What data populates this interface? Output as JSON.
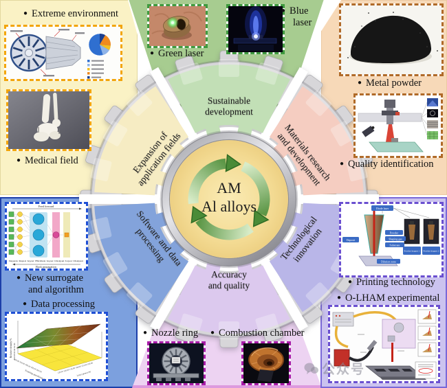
{
  "center": {
    "line1": "AM",
    "line2": "Al alloys"
  },
  "sectors": {
    "sustainable": {
      "line1": "Sustainable",
      "line2": "development"
    },
    "materials": {
      "line1": "Materials research",
      "line2": "and development"
    },
    "technological": {
      "line1": "Technological",
      "line2": "innovation"
    },
    "accuracy": {
      "line1": "Accuracy",
      "line2": "and quality"
    },
    "software": {
      "line1": "Software and data",
      "line2": "processing"
    },
    "expansion": {
      "line1": "Expansion of",
      "line2": "application fields"
    }
  },
  "bullet": "●",
  "panels": {
    "top_left": {
      "caption_extreme": "Extreme environment",
      "caption_medical": "Medical field"
    },
    "top_center": {
      "caption_green": "Green laser",
      "caption_blue_l1": "Blue",
      "caption_blue_l2": "laser"
    },
    "top_right": {
      "caption_powder": "Metal powder",
      "caption_quality": "Quality identification"
    },
    "bottom_left": {
      "caption_surrogate_l1": "New surrogate",
      "caption_surrogate_l2": "and algorithm",
      "caption_data": "Data processing",
      "nn": {
        "feed_forward": "Feed forward",
        "back_propagation": "Back propagation",
        "layer_row": "Inputs  Input layer  Hidden layer  Output layer  Output"
      },
      "surface_plot": {
        "ylabel": "Relative density/%",
        "yticks": "100 98 96 94 92 90",
        "xlabel": "Scanning speed/(mm·min⁻¹)",
        "xticks": "600.00  550.00  500.00  450.00  400.00",
        "zlabel": "Laser power/W",
        "zticks": "120.00  128.00  136.00  144.00  152.00  160.00"
      }
    },
    "bottom_center": {
      "caption_nozzle": "Nozzle ring",
      "caption_chamber": "Combustion chamber"
    },
    "bottom_right": {
      "caption_printing": "Printing technology",
      "caption_olham": "O-LHAM experimental",
      "printing_labels": {
        "diode_laser": "Diode laser",
        "deposit": "Deposit",
        "powder": "Powder",
        "shaping_gas": "Shaping gas",
        "substrate": "Substrate",
        "dilution_zone": "Dilution zone",
        "hopper1": "Powder hopper 1",
        "hopper2": "Powder hopper 2"
      }
    }
  },
  "watermark": {
    "text": "公众号"
  },
  "colors": {
    "panel_yellow": "#FAF2C5",
    "panel_green": "#A7CC90",
    "panel_peach": "#F7D9B8",
    "panel_blue": "#7CA0DE",
    "panel_pink": "#EDD3F2",
    "panel_purple": "#CBC3EF",
    "sector_green": "#C2DFB6",
    "sector_salmon": "#F5CDC1",
    "sector_periwinkle": "#B9B6E8",
    "sector_lavender": "#DCC9EE",
    "sector_blue": "#83A3DB",
    "sector_yellow": "#F6ECC3",
    "gear_gray": "#D7D6D9",
    "center_gold": "#F4DE9C",
    "arrow_green": "#4A8B37",
    "border_orange": "#F2A50C",
    "border_green": "#3F9A3F",
    "border_brown": "#B06A28",
    "border_blue": "#1F4FD4",
    "border_magenta": "#A81CA8",
    "border_violet": "#6A4FD0"
  }
}
